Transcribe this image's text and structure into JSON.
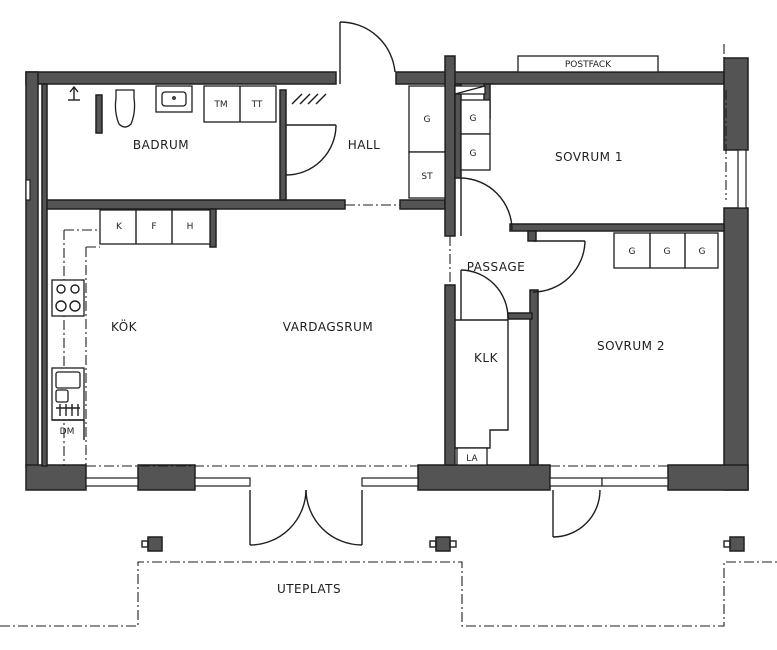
{
  "rooms": {
    "badrum": "BADRUM",
    "hall": "HALL",
    "sovrum1": "SOVRUM 1",
    "kok": "KÖK",
    "vardagsrum": "VARDAGSRUM",
    "passage": "PASSAGE",
    "klk": "KLK",
    "sovrum2": "SOVRUM 2",
    "uteplats": "UTEPLATS"
  },
  "fixtures": {
    "postfack": "POSTFACK",
    "tm": "TM",
    "tt": "TT",
    "hall_g": "G",
    "hall_st": "ST",
    "s1_g_top": "G",
    "s1_g_bottom": "G",
    "kitchen_k": "K",
    "kitchen_f": "F",
    "kitchen_h": "H",
    "s2_g1": "G",
    "s2_g2": "G",
    "s2_g3": "G",
    "dm": "DM",
    "la": "LA"
  }
}
